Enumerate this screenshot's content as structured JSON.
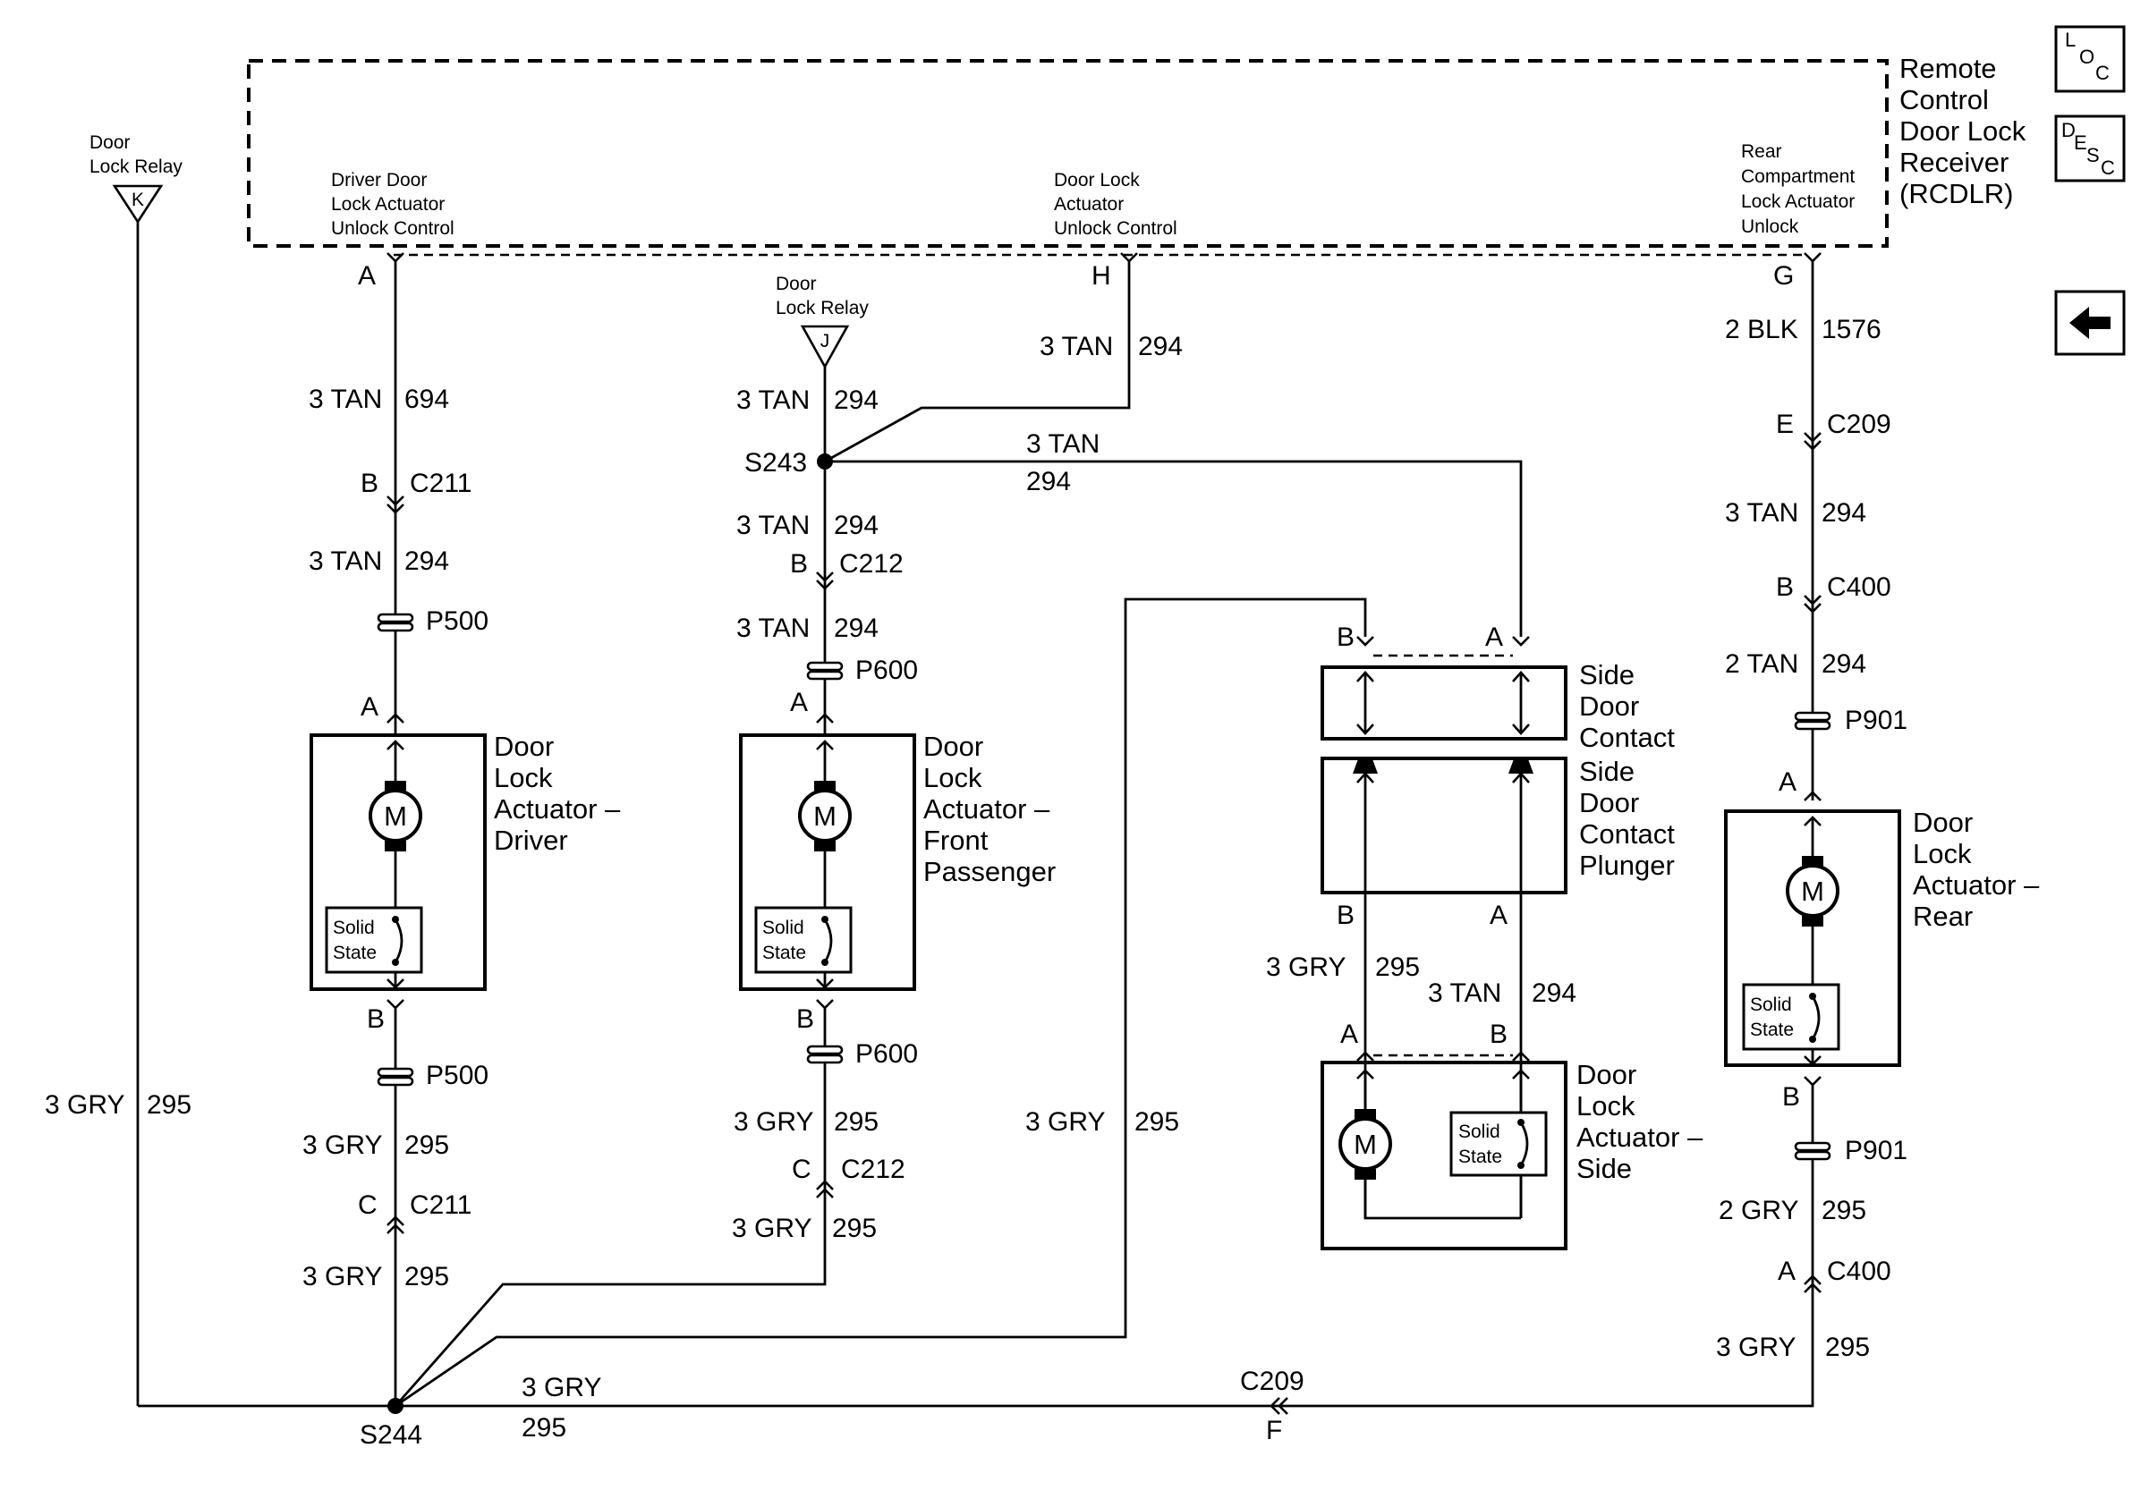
{
  "rcdlr": {
    "title_lines": [
      "Remote",
      "Control",
      "Door Lock",
      "Receiver",
      "(RCDLR)"
    ],
    "pin_a_desc": [
      "Driver Door",
      "Lock Actuator",
      "Unlock Control"
    ],
    "pin_h_desc": [
      "Door Lock",
      "Actuator",
      "Unlock Control"
    ],
    "pin_g_desc": [
      "Rear",
      "Compartment",
      "Lock Actuator",
      "Unlock"
    ]
  },
  "relays": {
    "k": {
      "label_lines": [
        "Door",
        "Lock Relay"
      ],
      "pin": "K"
    },
    "j": {
      "label_lines": [
        "Door",
        "Lock Relay"
      ],
      "pin": "J"
    }
  },
  "driver": {
    "pin_top": "A",
    "w1": {
      "color": "3 TAN",
      "circuit": "694"
    },
    "c211_top": {
      "pin": "B",
      "name": "C211"
    },
    "w2": {
      "color": "3 TAN",
      "circuit": "294"
    },
    "p500_top": "P500",
    "act_pin_a": "A",
    "actuator_lines": [
      "Door",
      "Lock",
      "Actuator –",
      "Driver"
    ],
    "motor": "M",
    "solid_state": [
      "Solid",
      "State"
    ],
    "act_pin_b": "B",
    "p500_bot": "P500",
    "w3": {
      "color": "3 GRY",
      "circuit": "295"
    },
    "c211_bot": {
      "pin": "C",
      "name": "C211"
    },
    "w4": {
      "color": "3 GRY",
      "circuit": "295"
    }
  },
  "front": {
    "pin_h": "H",
    "w_h": {
      "color": "3 TAN",
      "circuit": "294"
    },
    "w_j": {
      "color": "3 TAN",
      "circuit": "294"
    },
    "splice": "S243",
    "w_splice": {
      "color": "3 TAN",
      "circuit": "294"
    },
    "w1": {
      "color": "3 TAN",
      "circuit": "294"
    },
    "c212_top": {
      "pin": "B",
      "name": "C212"
    },
    "w2": {
      "color": "3 TAN",
      "circuit": "294"
    },
    "p600_top": "P600",
    "act_pin_a": "A",
    "actuator_lines": [
      "Door",
      "Lock",
      "Actuator –",
      "Front",
      "Passenger"
    ],
    "motor": "M",
    "solid_state": [
      "Solid",
      "State"
    ],
    "act_pin_b": "B",
    "p600_bot": "P600",
    "w3": {
      "color": "3 GRY",
      "circuit": "295"
    },
    "c212_bot": {
      "pin": "C",
      "name": "C212"
    },
    "w4": {
      "color": "3 GRY",
      "circuit": "295"
    }
  },
  "side": {
    "w_left": {
      "color": "3 GRY",
      "circuit": "295"
    },
    "contact_pin_b": "B",
    "contact_pin_a": "A",
    "contact_lines": [
      "Side",
      "Door",
      "Contact"
    ],
    "plunger_lines": [
      "Side",
      "Door",
      "Contact",
      "Plunger"
    ],
    "plunger_pin_b": "B",
    "plunger_pin_a": "A",
    "w_b": {
      "color": "3 GRY",
      "circuit": "295"
    },
    "w_a": {
      "color": "3 TAN",
      "circuit": "294"
    },
    "act_pin_a": "A",
    "act_pin_b": "B",
    "actuator_lines": [
      "Door",
      "Lock",
      "Actuator –",
      "Side"
    ],
    "motor": "M",
    "solid_state": [
      "Solid",
      "State"
    ]
  },
  "rear": {
    "pin_g": "G",
    "w1": {
      "color": "2 BLK",
      "circuit": "1576"
    },
    "c209_top": {
      "pin": "E",
      "name": "C209"
    },
    "w2": {
      "color": "3 TAN",
      "circuit": "294"
    },
    "c400_top": {
      "pin": "B",
      "name": "C400"
    },
    "w3": {
      "color": "2 TAN",
      "circuit": "294"
    },
    "p901_top": "P901",
    "act_pin_a": "A",
    "actuator_lines": [
      "Door",
      "Lock",
      "Actuator –",
      "Rear"
    ],
    "motor": "M",
    "solid_state": [
      "Solid",
      "State"
    ],
    "act_pin_b": "B",
    "p901_bot": "P901",
    "w4": {
      "color": "2 GRY",
      "circuit": "295"
    },
    "c400_bot": {
      "pin": "A",
      "name": "C400"
    },
    "w5": {
      "color": "3 GRY",
      "circuit": "295"
    }
  },
  "ground": {
    "left_wire": {
      "color": "3 GRY",
      "circuit": "295"
    },
    "bottom_wire": {
      "color": "3 GRY",
      "circuit": "295"
    },
    "splice": "S244",
    "c209_bot": {
      "pin": "F",
      "name": "C209"
    }
  },
  "nav": {
    "loc": [
      "L",
      "O",
      "C"
    ],
    "desc": [
      "D",
      "E",
      "S",
      "C"
    ],
    "back_icon": "arrow-left-icon"
  }
}
